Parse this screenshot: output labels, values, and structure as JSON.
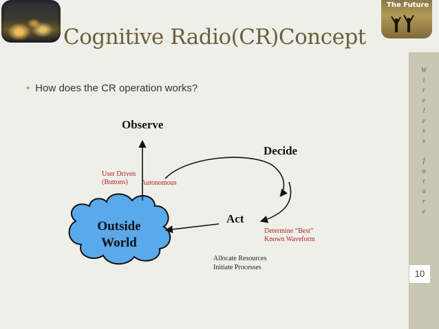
{
  "slide": {
    "title": "Cognitive Radio(CR)Concept",
    "bullet": "How does the CR operation works?",
    "slide_number": "10"
  },
  "sidebar": {
    "vertical_text": [
      "W",
      "i",
      "r",
      "e",
      "l",
      "e",
      "s",
      "s",
      "",
      "f",
      "u",
      "t",
      "u",
      "r",
      "e"
    ]
  },
  "photos": {
    "right_caption": "The Future"
  },
  "diagram": {
    "observe": "Observe",
    "decide": "Decide",
    "act": "Act",
    "user_driven": "User Driven",
    "buttons": "(Buttons)",
    "autonomous": "Autonomous",
    "determine": "Determine “Best”",
    "known_waveform": "Known Waveform",
    "allocate": "Allocate Resources",
    "initiate": "Initiate Processes",
    "outside": "Outside",
    "world": "World"
  },
  "colors": {
    "title": "#6b5e3c",
    "cloud_fill": "#5aa9ea",
    "red_text": "#b02020",
    "sidebar": "#c9c6b4"
  }
}
